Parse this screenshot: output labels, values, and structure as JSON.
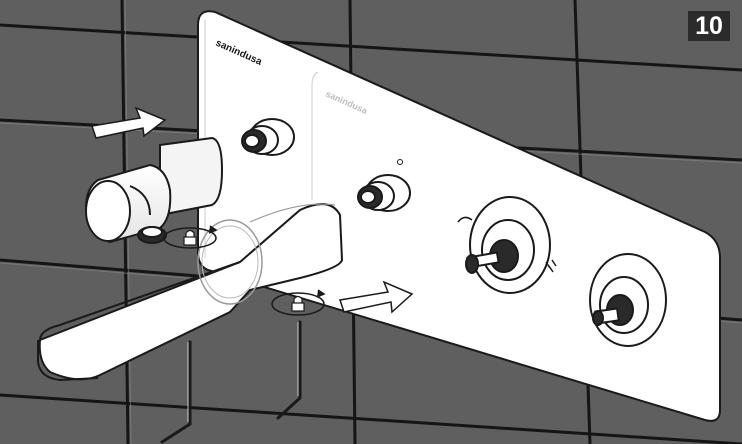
{
  "step": {
    "number": "10"
  },
  "panel": {
    "brand": "sanindusa",
    "inner_brand": "sanindusa"
  },
  "colors": {
    "tile": "#5e5e5e",
    "grout": "#1a1a1a",
    "panel": "#ffffff",
    "badge_bg": "#2b2b2b",
    "outline": "#1a1a1a"
  },
  "icons": {
    "push_arrow": "right-arrow-icon",
    "rotate": "rotate-arrow-icon",
    "lock": "padlock-icon",
    "hex_key": "allen-key-icon"
  }
}
